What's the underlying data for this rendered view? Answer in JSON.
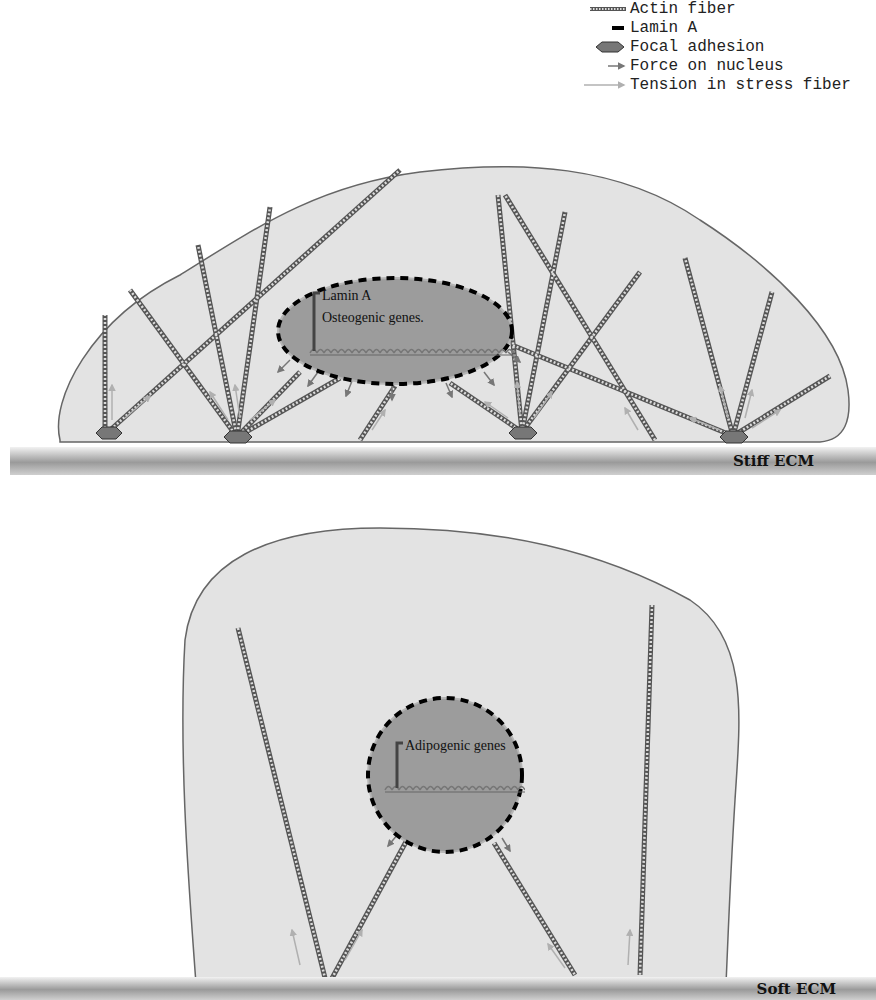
{
  "diagram": {
    "nodes": [
      {
        "text": [
          "Lamin A",
          "Osteogenic genes."
        ]
      },
      {
        "text": [
          "Stiff ECM"
        ]
      },
      {
        "text": [
          "Adipogenic genes"
        ]
      },
      {
        "text": [
          "Soft ECM"
        ]
      }
    ],
    "legend": [
      {
        "text": "Actin fiber"
      },
      {
        "text": "Lamin A"
      },
      {
        "text": "Focal adhesion"
      },
      {
        "text": "Force on nucleus"
      },
      {
        "text": "Tension in stress fiber"
      }
    ]
  }
}
